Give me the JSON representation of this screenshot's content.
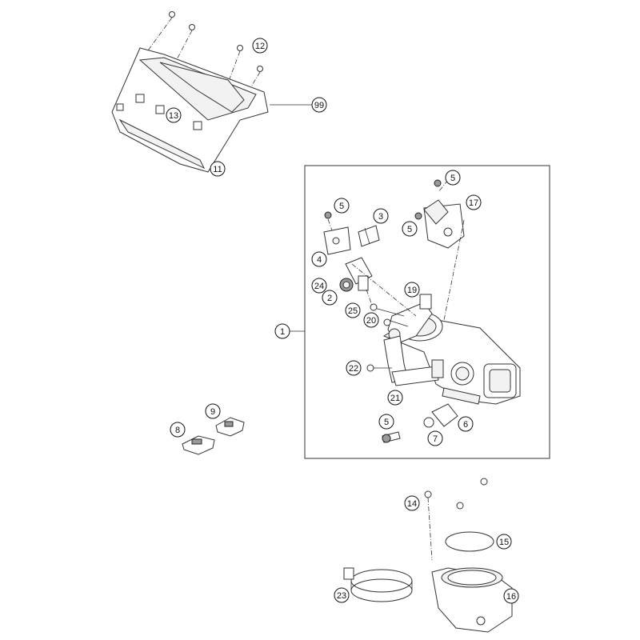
{
  "callouts": {
    "c1": "1",
    "c2": "2",
    "c3": "3",
    "c4": "4",
    "c5a": "5",
    "c5b": "5",
    "c5c": "5",
    "c5d": "5",
    "c6": "6",
    "c7": "7",
    "c8": "8",
    "c9": "9",
    "c11": "11",
    "c12": "12",
    "c13": "13",
    "c14": "14",
    "c15": "15",
    "c16": "16",
    "c17": "17",
    "c19": "19",
    "c20": "20",
    "c21": "21",
    "c22": "22",
    "c23": "23",
    "c24": "24",
    "c25": "25",
    "c99": "99"
  }
}
